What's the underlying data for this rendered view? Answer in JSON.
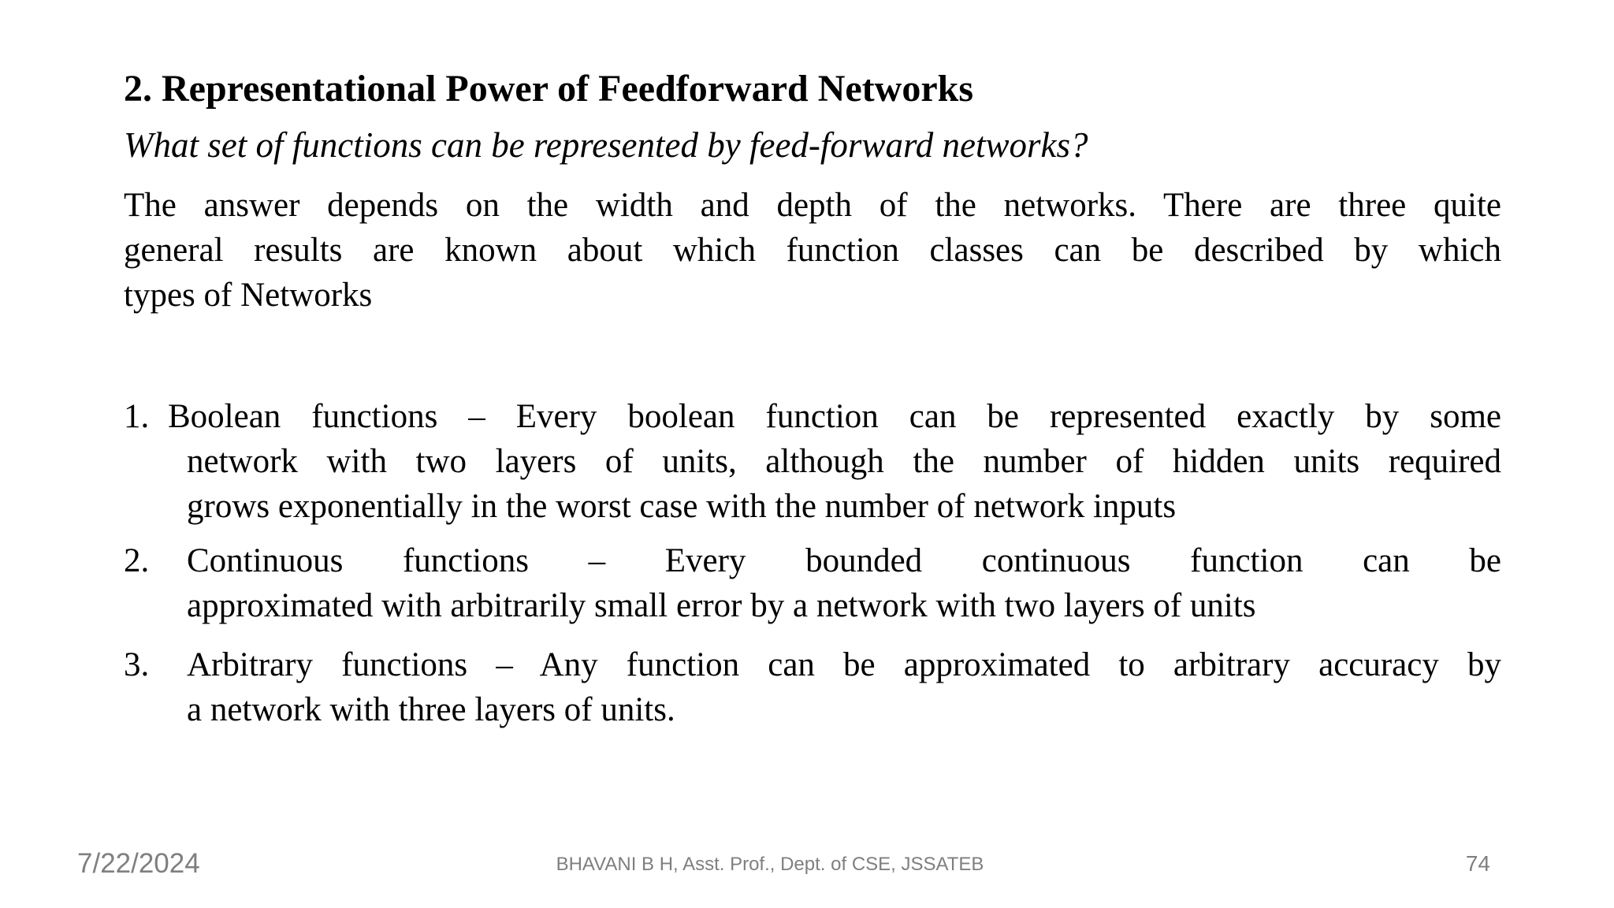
{
  "slide": {
    "title": "2. Representational Power of Feedforward Networks",
    "question": "What set of functions can be represented by feed-forward networks?",
    "paragraph": {
      "lines": [
        "The answer depends on the width and depth of the networks. There are three quite",
        "general results are known about which function classes can be described by which",
        "types of Networks"
      ]
    },
    "list": [
      {
        "number": "1.",
        "lines": [
          "Boolean functions – Every boolean function can be represented exactly by some",
          "network with two layers of units, although the number of hidden units required",
          "grows exponentially in the worst case with the number of network inputs"
        ]
      },
      {
        "number": "2.",
        "lines": [
          "Continuous functions – Every bounded continuous function can be",
          "approximated with arbitrarily small error by a network with two layers of units"
        ]
      },
      {
        "number": "3.",
        "lines": [
          "Arbitrary functions – Any function can be approximated to arbitrary accuracy by",
          "a network with three layers of units."
        ]
      }
    ],
    "footer": {
      "date": "7/22/2024",
      "credit": "BHAVANI B H, Asst. Prof., Dept. of CSE, JSSATEB",
      "page": "74"
    },
    "colors": {
      "background": "#ffffff",
      "text": "#000000",
      "footer_gray": "#7f7f7f"
    }
  }
}
